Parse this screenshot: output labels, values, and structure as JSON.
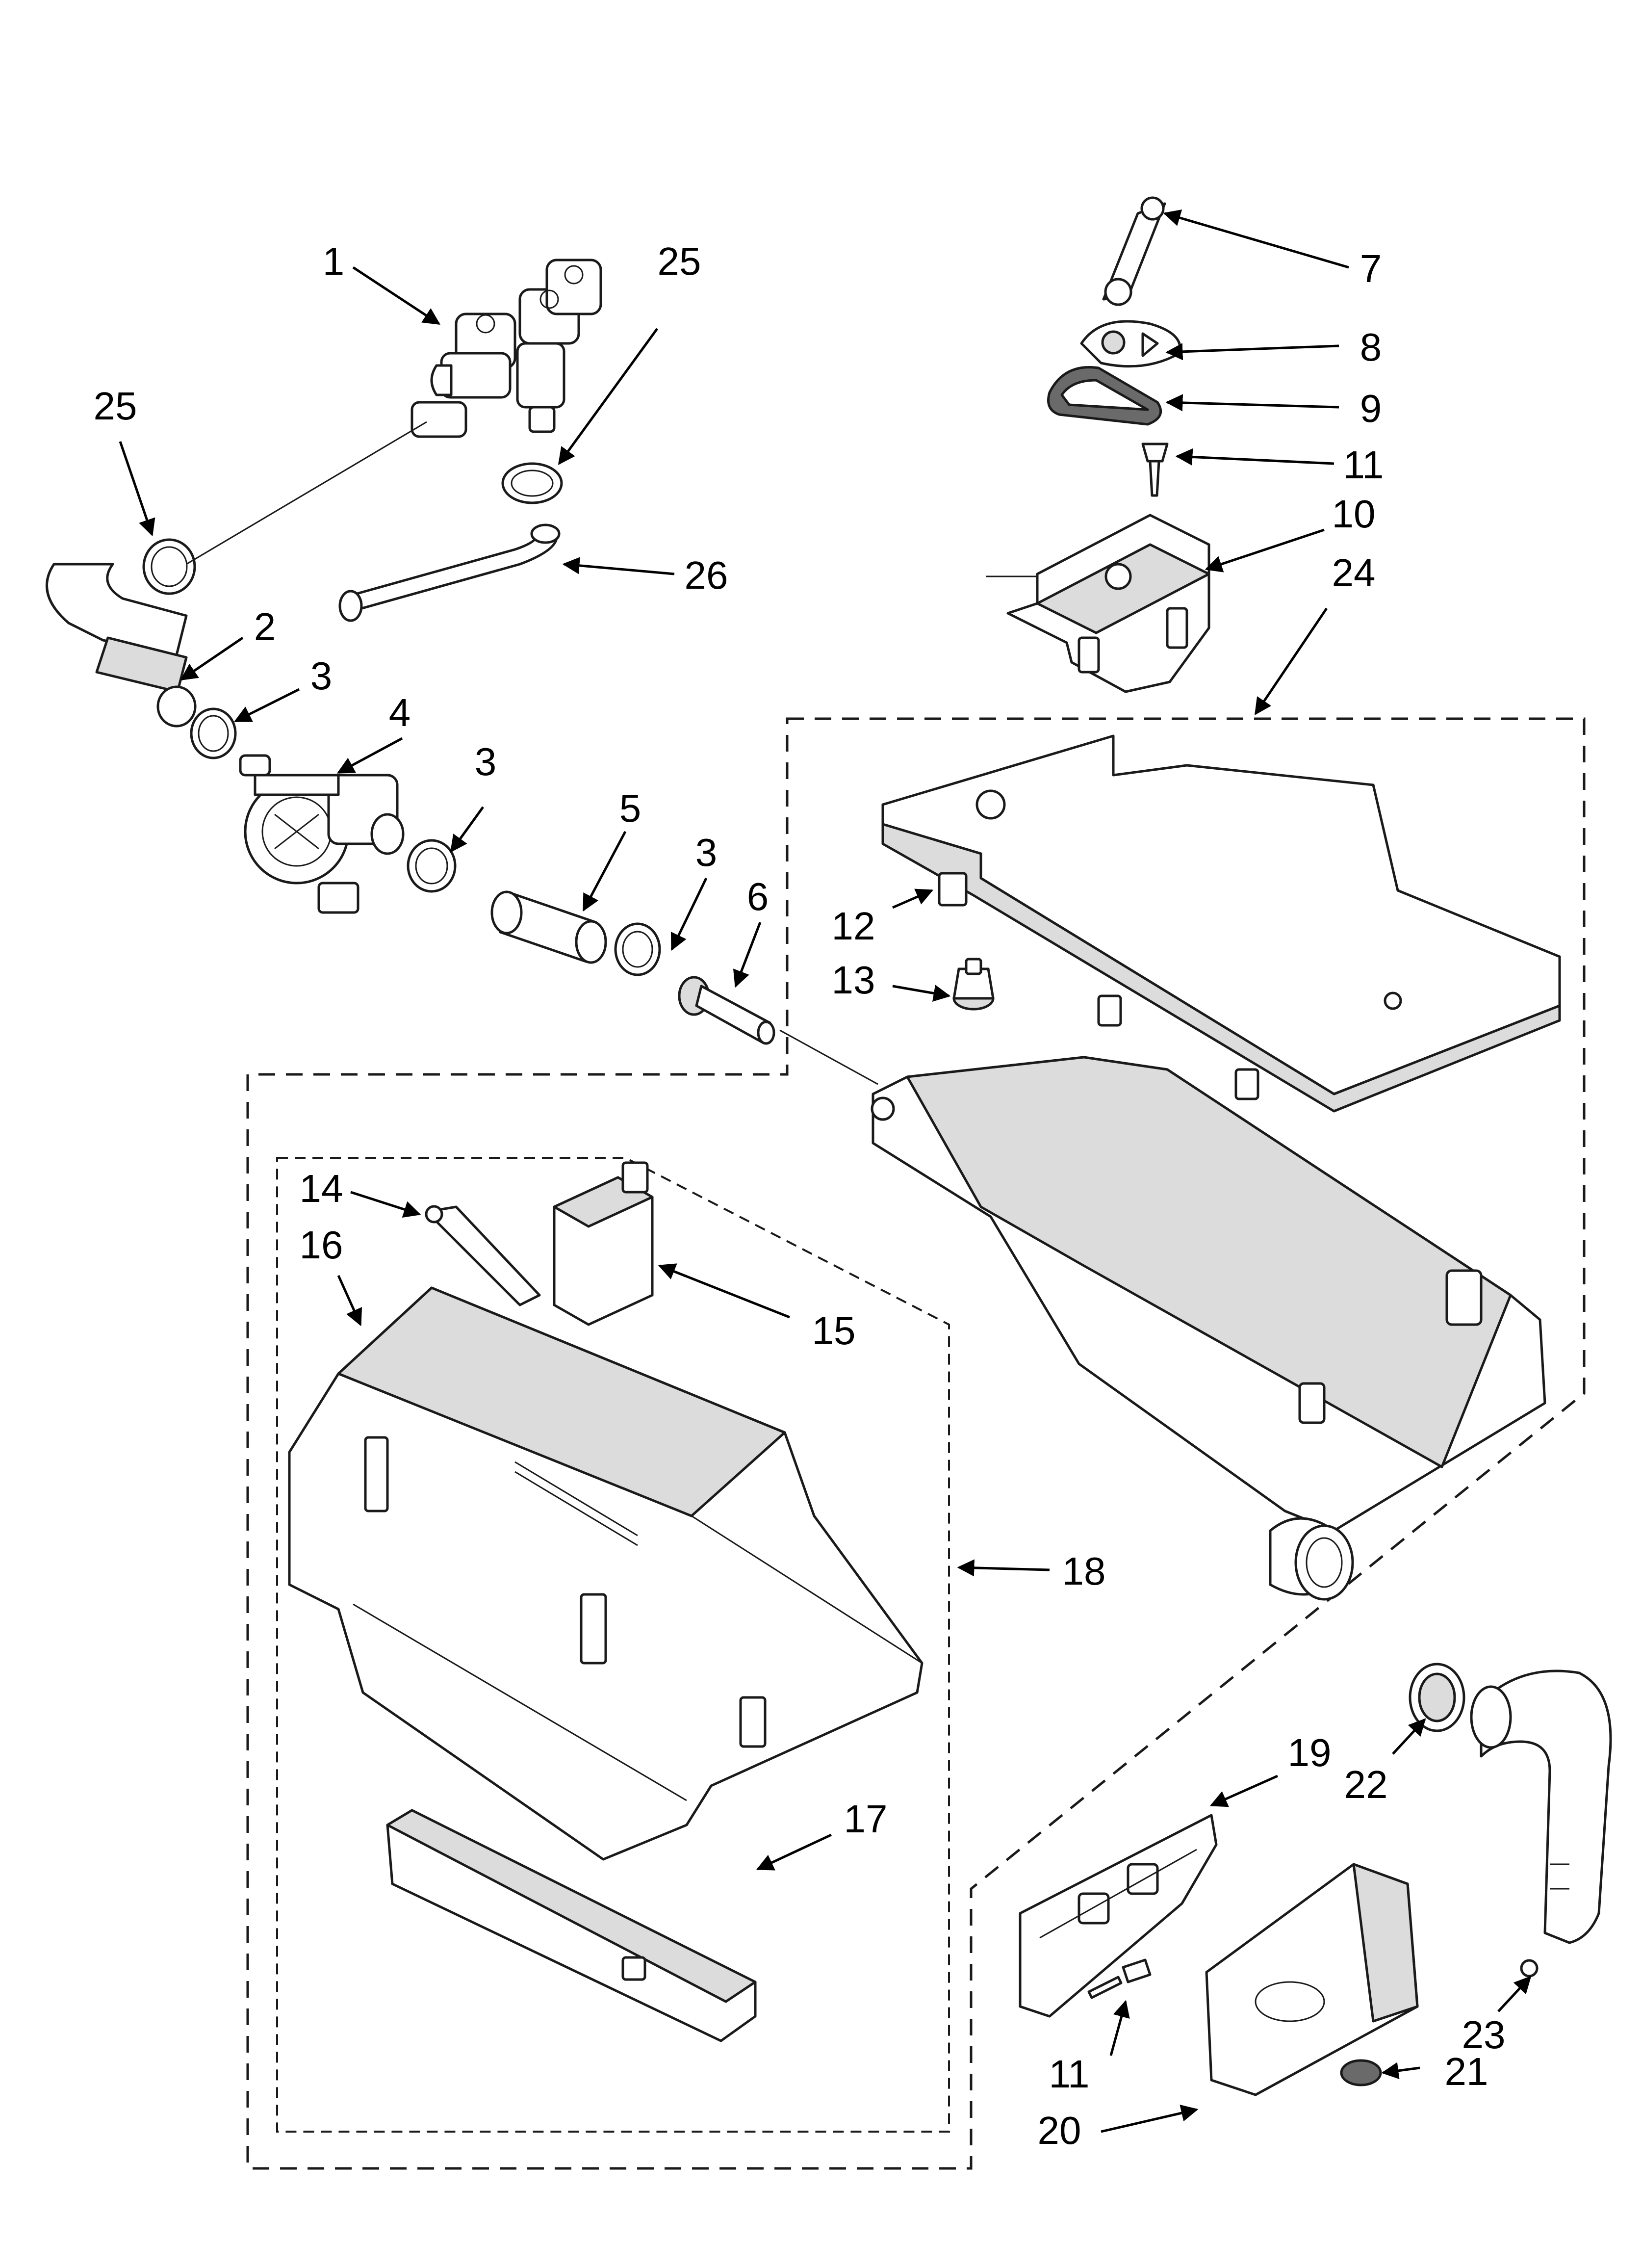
{
  "callouts": {
    "c1": "1",
    "c2": "2",
    "c3a": "3",
    "c3b": "3",
    "c3c": "3",
    "c4": "4",
    "c5": "5",
    "c6": "6",
    "c7": "7",
    "c8": "8",
    "c9": "9",
    "c10": "10",
    "c11a": "11",
    "c11b": "11",
    "c12": "12",
    "c13": "13",
    "c14": "14",
    "c15": "15",
    "c16": "16",
    "c17": "17",
    "c18": "18",
    "c19": "19",
    "c20": "20",
    "c21": "21",
    "c22": "22",
    "c23": "23",
    "c24": "24",
    "c25a": "25",
    "c25b": "25",
    "c26": "26"
  }
}
